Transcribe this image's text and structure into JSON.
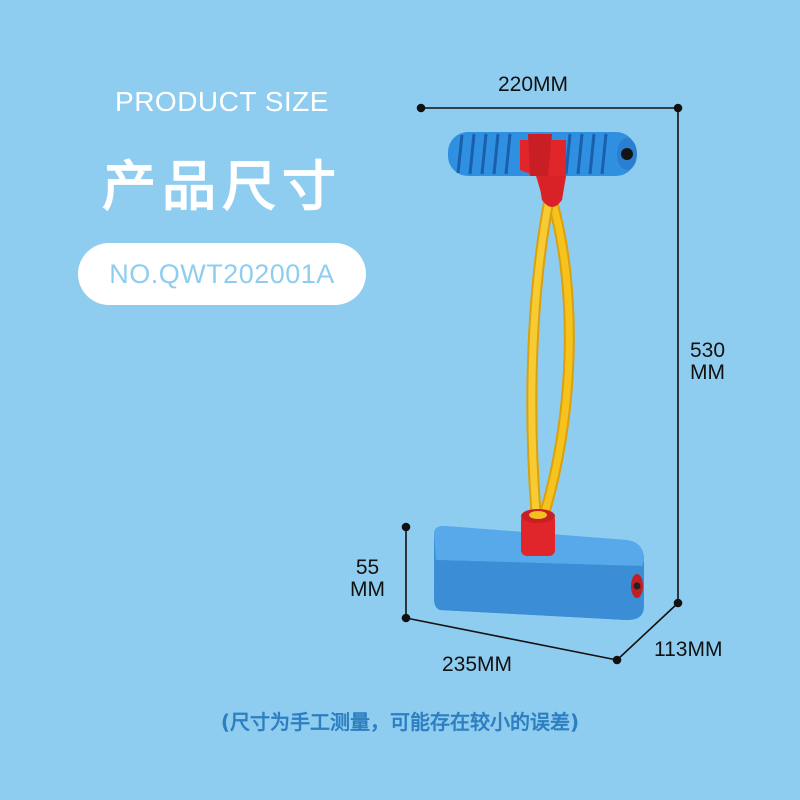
{
  "header": {
    "title_en": "PRODUCT SIZE",
    "title_cn": "产品尺寸",
    "model_number": "NO.QWT202001A"
  },
  "dimensions": {
    "width": "220MM",
    "height_value": "530",
    "height_unit": "MM",
    "base_height_value": "55",
    "base_height_unit": "MM",
    "length": "235MM",
    "depth": "113MM"
  },
  "footer": {
    "note": "(尺寸为手工测量，可能存在较小的误差)"
  },
  "colors": {
    "background": "#8fcdf0",
    "foam_blue": "#2f8fe0",
    "connector_red": "#e0262b",
    "tube_yellow": "#f6c21c",
    "note_blue": "#2d7fc1"
  }
}
